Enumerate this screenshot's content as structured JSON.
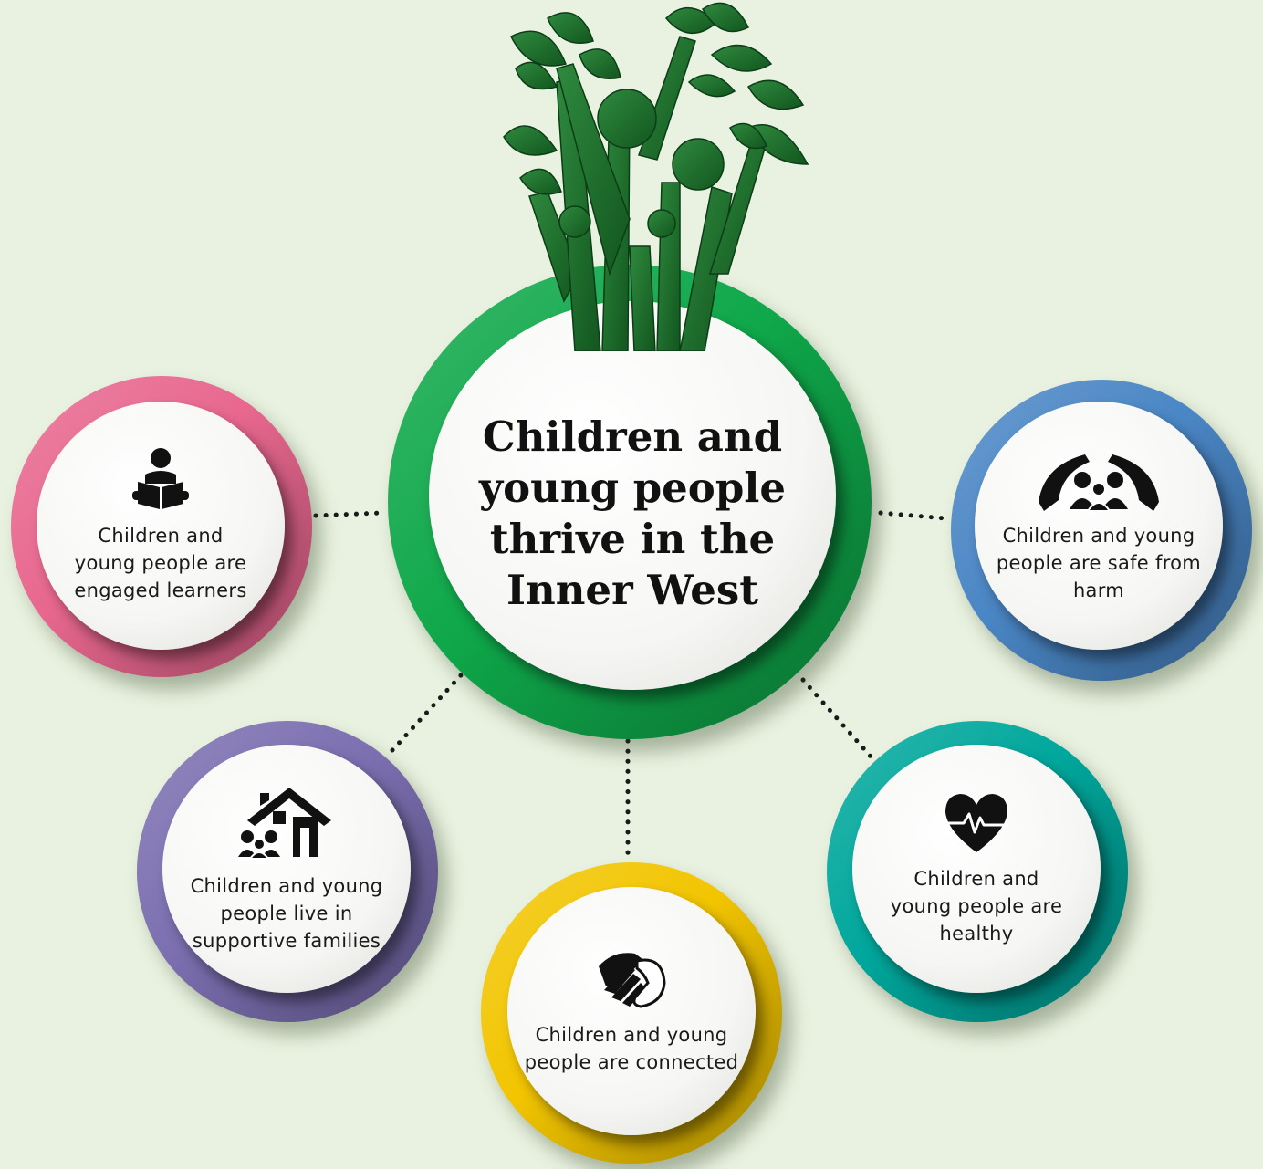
{
  "center": {
    "title": "Children and young people thrive in the Inner West",
    "color": "#0fa84a"
  },
  "outcomes": [
    {
      "id": "learners",
      "label": "Children and young people are engaged learners",
      "icon": "reading-child-icon",
      "color": "#e8678f"
    },
    {
      "id": "safe",
      "label": "Children and young people are safe from harm",
      "icon": "protective-hands-family-icon",
      "color": "#4a86c5"
    },
    {
      "id": "families",
      "label": "Children and young people live in supportive families",
      "icon": "house-family-icon",
      "color": "#7b6fb0"
    },
    {
      "id": "connected",
      "label": "Children and young people are connected",
      "icon": "holding-hands-icon",
      "color": "#f2c500"
    },
    {
      "id": "healthy",
      "label": "Children and young people are healthy",
      "icon": "heartbeat-icon",
      "color": "#00a79c"
    }
  ],
  "logo": {
    "icon": "family-tree-logo-icon",
    "color": "#1b6b2a"
  }
}
